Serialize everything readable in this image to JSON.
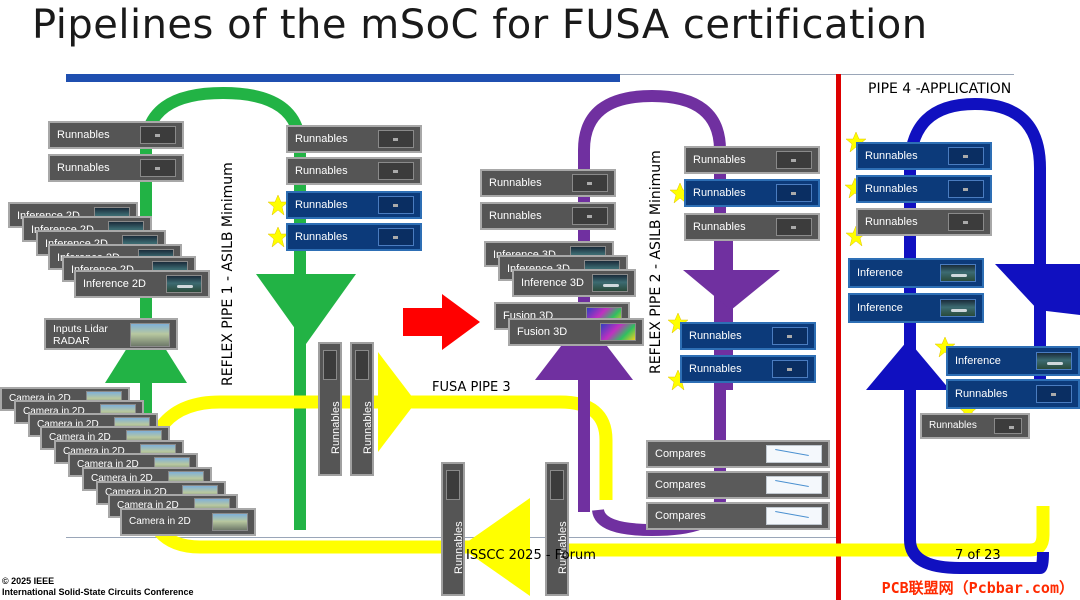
{
  "title": "Pipelines of the mSoC for FUSA certification",
  "labels": {
    "reflex_pipe_1": "REFLEX PIPE 1 - ASILB Minimum",
    "reflex_pipe_2": "REFLEX PIPE 2 - ASILB Minimum",
    "fusa_pipe_3": "FUSA PIPE 3",
    "pipe_4": "PIPE 4 -APPLICATION"
  },
  "blocks": {
    "runnables": "Runnables",
    "inference_2d": "Inference 2D",
    "inference_3d": "Inference 3D",
    "inference": "Inference",
    "fusion_3d": "Fusion 3D",
    "camera_2d": "Camera in 2D",
    "inputs_lidar_line1": "Inputs Lidar",
    "inputs_lidar_line2": "RADAR",
    "compares": "Compares"
  },
  "footer": {
    "copyright": "© 2025 IEEE",
    "conference": "International Solid-State Circuits Conference",
    "forum": "ISSCC 2025 - Forum",
    "page": "7 of 23",
    "watermark": "PCB联盟网（Pcbbar.com）"
  },
  "colors": {
    "pipe1": "#22b345",
    "pipe2": "#7030a0",
    "pipe3": "#ffff00",
    "pipe4": "#1010c0",
    "arrow": "#ff0000",
    "divider": "#dd0000",
    "topbar": "#1f4fb0",
    "block": "#555555",
    "block_blue": "#0c3a7a",
    "star": "#ffff00"
  }
}
